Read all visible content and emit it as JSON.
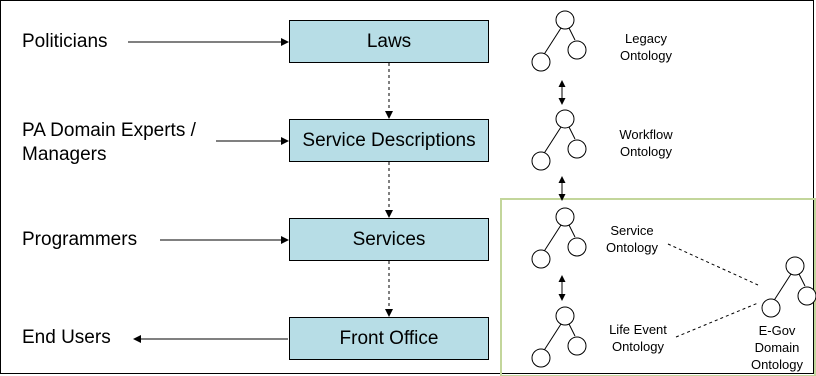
{
  "actors": {
    "politicians": "Politicians",
    "pa_experts_line1": "PA Domain Experts /",
    "pa_experts_line2": "Managers",
    "programmers": "Programmers",
    "end_users": "End Users"
  },
  "boxes": {
    "laws": "Laws",
    "service_descriptions": "Service Descriptions",
    "services": "Services",
    "front_office": "Front Office"
  },
  "ontologies": {
    "legacy": [
      "Legacy",
      "Ontology"
    ],
    "workflow": [
      "Workflow",
      "Ontology"
    ],
    "service": [
      "Service",
      "Ontology"
    ],
    "life_event": [
      "Life Event",
      "Ontology"
    ],
    "egov": [
      "E-Gov",
      "Domain",
      "Ontology"
    ]
  },
  "colors": {
    "box_fill": "#b7dde6",
    "highlight_border": "#c3d69b"
  }
}
